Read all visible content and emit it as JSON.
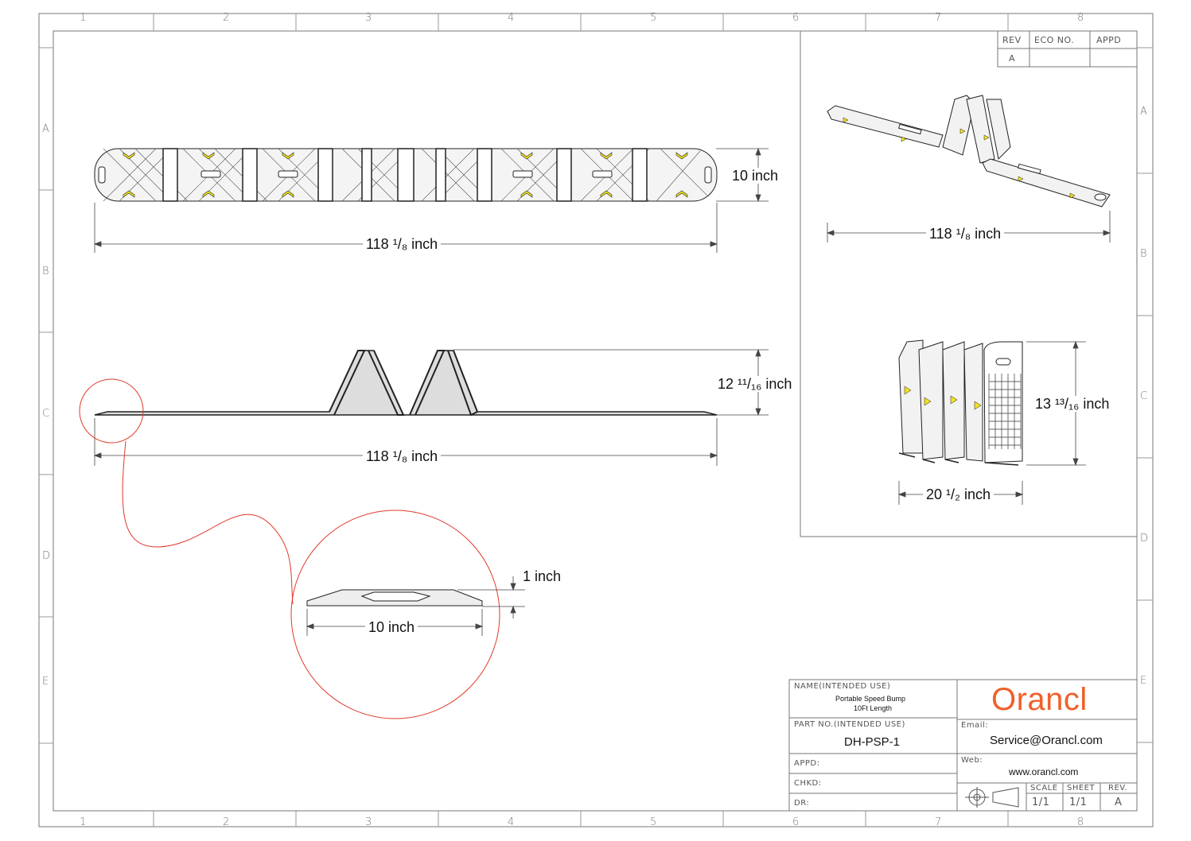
{
  "grid": {
    "columns": [
      "1",
      "2",
      "3",
      "4",
      "5",
      "6",
      "7",
      "8"
    ],
    "rows": [
      "A",
      "B",
      "C",
      "D",
      "E"
    ]
  },
  "revision_table": {
    "headers": [
      "REV",
      "ECO NO.",
      "APPD"
    ],
    "rev_value": "A"
  },
  "dimensions": {
    "top_view_width": "10 inch",
    "top_view_length": "118 ¹/₈ inch",
    "side_view_height": "12 ¹¹/₁₆ inch",
    "side_view_length": "118 ¹/₈ inch",
    "detail_thickness": "1 inch",
    "detail_width": "10 inch",
    "iso_length": "118 ¹/₈ inch",
    "folded_height": "13 ¹³/₁₆ inch",
    "folded_width": "20 ¹/₂ inch"
  },
  "title_block": {
    "name_label": "NAME(INTENDED USE)",
    "name_line1": "Portable Speed Bump",
    "name_line2": "10Ft Length",
    "part_label": "PART NO.(INTENDED USE)",
    "part_value": "DH-PSP-1",
    "appd_label": "APPD:",
    "chkd_label": "CHKD:",
    "dr_label": "DR:",
    "company": "Orancl",
    "email_label": "Email:",
    "email_value": "Service@Orancl.com",
    "web_label": "Web:",
    "web_value": "www.orancl.com",
    "scale_label": "SCALE",
    "scale_value": "1/1",
    "sheet_label": "SHEET",
    "sheet_value": "1/1",
    "rev_label": "REV.",
    "rev_value": "A"
  },
  "colors": {
    "line": "#222222",
    "frame": "#888888",
    "detail_circle": "#e03a2a",
    "brand": "#f0602a",
    "chevron": "#f2e21a"
  }
}
